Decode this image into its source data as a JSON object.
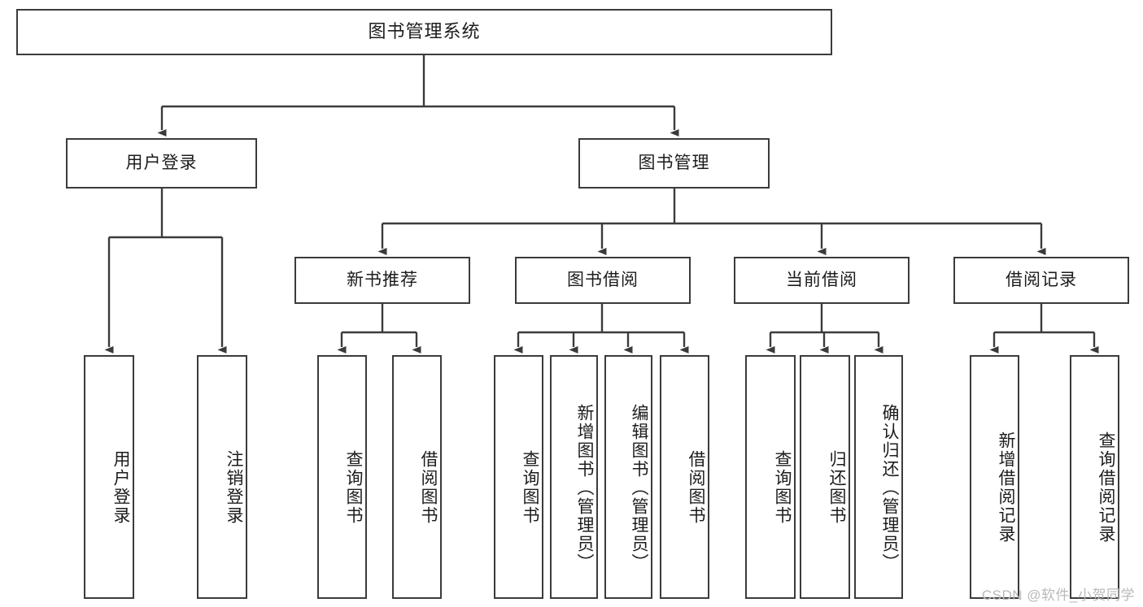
{
  "diagram": {
    "title": "图书管理系统",
    "type": "tree",
    "watermark": "CSDN @软件_小贺同学",
    "colors": {
      "border": "#3b3b3b",
      "fill": "#ffffff",
      "text": "#1c1c1c",
      "edge": "#3b3b3b",
      "watermark": "#b9b9b9"
    },
    "levels": {
      "root": {
        "label": "图书管理系统"
      },
      "level2": [
        {
          "label": "用户登录"
        },
        {
          "label": "图书管理"
        }
      ],
      "level3": [
        {
          "label": "新书推荐"
        },
        {
          "label": "图书借阅"
        },
        {
          "label": "当前借阅"
        },
        {
          "label": "借阅记录"
        }
      ],
      "leaves": [
        {
          "label": "用户登录",
          "parent": "用户登录"
        },
        {
          "label": "注销登录",
          "parent": "用户登录"
        },
        {
          "label": "查询图书",
          "parent": "新书推荐"
        },
        {
          "label": "借阅图书",
          "parent": "新书推荐"
        },
        {
          "label": "查询图书",
          "parent": "图书借阅"
        },
        {
          "label": "新增图书（管理员）",
          "parent": "图书借阅"
        },
        {
          "label": "编辑图书（管理员）",
          "parent": "图书借阅"
        },
        {
          "label": "借阅图书",
          "parent": "图书借阅"
        },
        {
          "label": "查询图书",
          "parent": "当前借阅"
        },
        {
          "label": "归还图书",
          "parent": "当前借阅"
        },
        {
          "label": "确认归还（管理员）",
          "parent": "当前借阅"
        },
        {
          "label": "新增借阅记录",
          "parent": "借阅记录"
        },
        {
          "label": "查询借阅记录",
          "parent": "借阅记录"
        }
      ]
    }
  }
}
